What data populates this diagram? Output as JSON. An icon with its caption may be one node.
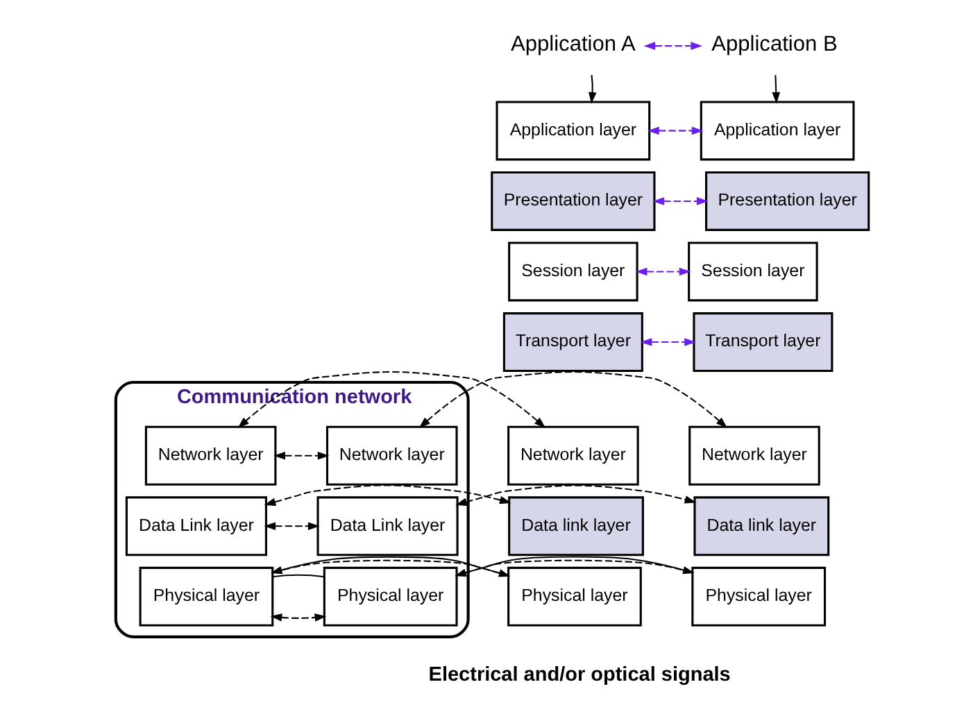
{
  "diagram": {
    "nodes": [
      {
        "text": [
          "Application A"
        ]
      },
      {
        "text": [
          "Application B"
        ]
      },
      {
        "text": [
          "Application layer"
        ]
      },
      {
        "text": [
          "Presentation layer"
        ]
      },
      {
        "text": [
          "Session layer"
        ]
      },
      {
        "text": [
          "Transport layer"
        ]
      },
      {
        "text": [
          "Network layer"
        ]
      },
      {
        "text": [
          "Data link layer"
        ]
      },
      {
        "text": [
          "Physical layer"
        ]
      },
      {
        "text": [
          "Communication network"
        ]
      },
      {
        "text": [
          "Network layer"
        ],
        "in": 9
      },
      {
        "text": [
          "Data Link layer"
        ],
        "in": 9
      },
      {
        "text": [
          "Physical layer"
        ],
        "in": 9
      },
      {
        "text": [
          "Network layer"
        ],
        "in": 9
      },
      {
        "text": [
          "Data Link layer"
        ],
        "in": 9
      },
      {
        "text": [
          "Physical layer"
        ],
        "in": 9
      },
      {
        "text": [
          "Application layer"
        ]
      },
      {
        "text": [
          "Presentation layer"
        ]
      },
      {
        "text": [
          "Session layer"
        ]
      },
      {
        "text": [
          "Transport layer"
        ]
      },
      {
        "text": [
          "Network layer"
        ]
      },
      {
        "text": [
          "Data link layer"
        ]
      },
      {
        "text": [
          "Physical layer"
        ]
      }
    ],
    "edges": [
      {
        "from": 0,
        "to": 1,
        "arrow": "both",
        "style": "dashed",
        "color": "#6a1ff0"
      },
      {
        "from": 0,
        "to": 2,
        "arrow": "to"
      },
      {
        "from": 1,
        "to": 16,
        "arrow": "to"
      },
      {
        "from": 2,
        "to": 16,
        "arrow": "both",
        "style": "dashed",
        "color": "#6a1ff0"
      },
      {
        "from": 3,
        "to": 17,
        "arrow": "both",
        "style": "dashed",
        "color": "#6a1ff0"
      },
      {
        "from": 4,
        "to": 18,
        "arrow": "both",
        "style": "dashed",
        "color": "#6a1ff0"
      },
      {
        "from": 5,
        "to": 19,
        "arrow": "both",
        "style": "dashed",
        "color": "#6a1ff0"
      },
      {
        "from": 6,
        "to": 10,
        "arrow": "both",
        "style": "dashed"
      },
      {
        "from": 10,
        "to": 13,
        "arrow": "both",
        "style": "dashed"
      },
      {
        "from": 13,
        "to": 20,
        "arrow": "both",
        "style": "dashed"
      },
      {
        "from": 7,
        "to": 11,
        "arrow": "both",
        "style": "dashed"
      },
      {
        "from": 11,
        "to": 14,
        "arrow": "both",
        "style": "dashed"
      },
      {
        "from": 14,
        "to": 21,
        "arrow": "both",
        "style": "dashed"
      },
      {
        "from": 8,
        "to": 12,
        "arrow": "both",
        "style": "dashed"
      },
      {
        "from": 12,
        "to": 15,
        "arrow": "both",
        "style": "dashed"
      },
      {
        "from": 15,
        "to": 22,
        "arrow": "both",
        "style": "dashed"
      },
      {
        "from": 8,
        "to": 12,
        "arrow": "none"
      },
      {
        "from": 12,
        "to": 15,
        "arrow": "none"
      },
      {
        "from": 15,
        "to": 22,
        "arrow": "none"
      }
    ],
    "labels": [
      "Electrical and/or optical signals"
    ]
  }
}
